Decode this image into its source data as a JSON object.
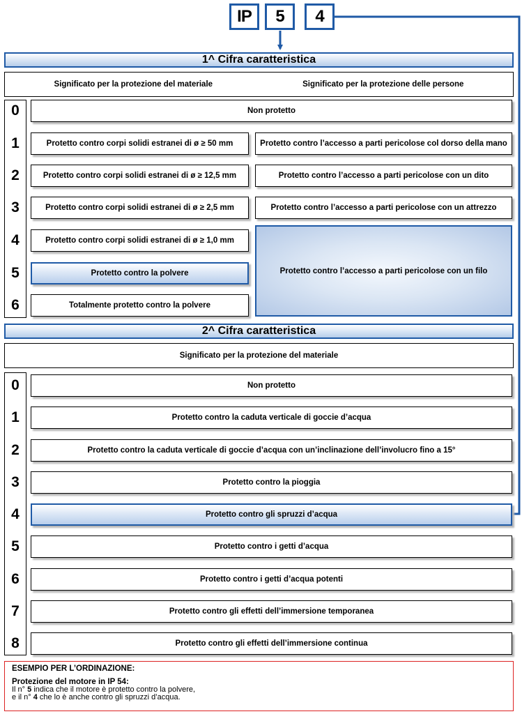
{
  "code": {
    "prefix": "IP",
    "digit1": "5",
    "digit2": "4"
  },
  "first_digit": {
    "title": "1^ Cifra caratteristica",
    "material_header": "Significato per la protezione del materiale",
    "persons_header": "Significato per la protezione delle persone",
    "numbers": [
      "0",
      "1",
      "2",
      "3",
      "4",
      "5",
      "6"
    ],
    "row0": "Non protetto",
    "material": [
      "Protetto contro corpi solidi estranei di ø ≥ 50 mm",
      "Protetto contro corpi solidi estranei di ø ≥ 12,5 mm",
      "Protetto contro corpi solidi estranei di ø ≥ 2,5 mm",
      "Protetto contro corpi solidi estranei di ø ≥ 1,0 mm",
      "Protetto contro la polvere",
      "Totalmente protetto contro la polvere"
    ],
    "persons": [
      "Protetto contro l’accesso a parti pericolose col dorso della mano",
      "Protetto contro l’accesso a parti pericolose con un dito",
      "Protetto contro l’accesso a parti pericolose con un attrezzo",
      "Protetto contro l’accesso a parti pericolose con un filo"
    ]
  },
  "second_digit": {
    "title": "2^ Cifra caratteristica",
    "material_header": "Significato per la protezione del materiale",
    "numbers": [
      "0",
      "1",
      "2",
      "3",
      "4",
      "5",
      "6",
      "7",
      "8"
    ],
    "rows": [
      "Non protetto",
      "Protetto contro la caduta verticale di goccie d’acqua",
      "Protetto contro la caduta verticale di goccie d’acqua con un’inclinazione dell’involucro fino a 15°",
      "Protetto contro la pioggia",
      "Protetto contro gli spruzzi d’acqua",
      "Protetto contro i getti d’acqua",
      "Protetto contro i getti d’acqua potenti",
      "Protetto contro gli effetti dell’immersione temporanea",
      "Protetto contro gli effetti dell’immersione continua"
    ]
  },
  "example": {
    "title": "ESEMPIO PER L’ORDINAZIONE:",
    "subtitle": "Protezione del motore in IP 54:",
    "line1_pre": "Il n°",
    "line1_num": "5",
    "line1_post": "indica che il motore è protetto contro la polvere,",
    "line2_pre": "e il n°",
    "line2_num": "4",
    "line2_post": "che lo è anche contro gli spruzzi d’acqua."
  },
  "colors": {
    "accent": "#1f5aa6",
    "example_border": "#d22222"
  }
}
